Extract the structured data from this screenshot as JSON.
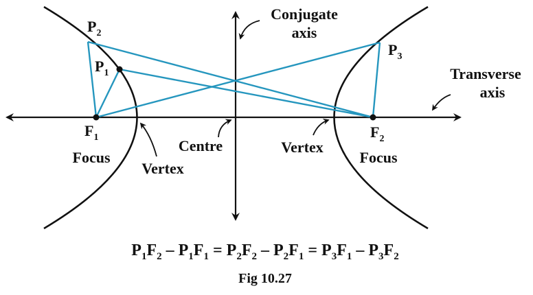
{
  "colors": {
    "ink": "#111111",
    "chord": "#2596be",
    "background": "#ffffff"
  },
  "labels": {
    "conjugate_1": "Conjugate",
    "conjugate_2": "axis",
    "transverse_1": "Transverse",
    "transverse_2": "axis",
    "centre": "Centre",
    "vertex_left": "Vertex",
    "vertex_right": "Vertex",
    "focus_left": "Focus",
    "focus_right": "Focus"
  },
  "points": {
    "p1": "P",
    "p1_sub": "1",
    "p2": "P",
    "p2_sub": "2",
    "p3": "P",
    "p3_sub": "3",
    "f1": "F",
    "f1_sub": "1",
    "f2": "F",
    "f2_sub": "2"
  },
  "equation": [
    {
      "t": "P"
    },
    {
      "s": "1"
    },
    {
      "t": "F"
    },
    {
      "s": "2"
    },
    {
      "t": " – "
    },
    {
      "t": "P"
    },
    {
      "s": "1"
    },
    {
      "t": "F"
    },
    {
      "s": "1"
    },
    {
      "t": " = "
    },
    {
      "t": "P"
    },
    {
      "s": "2"
    },
    {
      "t": "F"
    },
    {
      "s": "2"
    },
    {
      "t": " – "
    },
    {
      "t": "P"
    },
    {
      "s": "2"
    },
    {
      "t": "F"
    },
    {
      "s": "1"
    },
    {
      "t": " = "
    },
    {
      "t": "P"
    },
    {
      "s": "3"
    },
    {
      "t": "F"
    },
    {
      "s": "1"
    },
    {
      "t": " – "
    },
    {
      "t": "P"
    },
    {
      "s": "3"
    },
    {
      "t": "F"
    },
    {
      "s": "2"
    }
  ],
  "caption": "Fig 10.27"
}
